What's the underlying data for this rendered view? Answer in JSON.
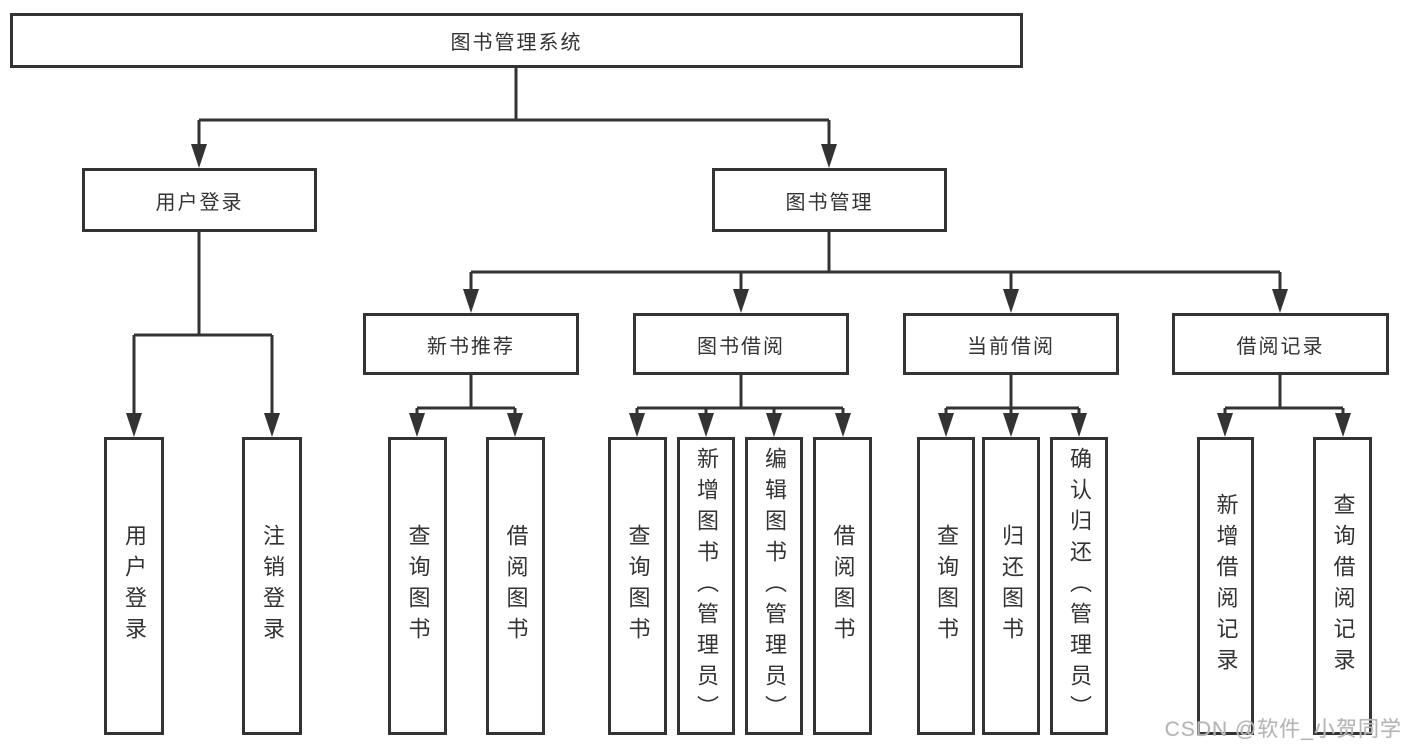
{
  "colors": {
    "background": "#ffffff",
    "line": "#333333",
    "box_border": "#333333",
    "text": "#333333",
    "watermark": "#b5b5b5"
  },
  "watermark": {
    "text": "CSDN @软件_小贺同学"
  },
  "tree": {
    "root": {
      "label": "图书管理系统"
    },
    "children": [
      {
        "label": "用户登录",
        "children": [
          {
            "label": "用户登录"
          },
          {
            "label": "注销登录"
          }
        ]
      },
      {
        "label": "图书管理",
        "children": [
          {
            "label": "新书推荐",
            "children": [
              {
                "label": "查询图书"
              },
              {
                "label": "借阅图书"
              }
            ]
          },
          {
            "label": "图书借阅",
            "children": [
              {
                "label": "查询图书"
              },
              {
                "label": "新增图书（管理员）"
              },
              {
                "label": "编辑图书（管理员）"
              },
              {
                "label": "借阅图书"
              }
            ]
          },
          {
            "label": "当前借阅",
            "children": [
              {
                "label": "查询图书"
              },
              {
                "label": "归还图书"
              },
              {
                "label": "确认归还（管理员）"
              }
            ]
          },
          {
            "label": "借阅记录",
            "children": [
              {
                "label": "新增借阅记录"
              },
              {
                "label": "查询借阅记录"
              }
            ]
          }
        ]
      }
    ]
  }
}
